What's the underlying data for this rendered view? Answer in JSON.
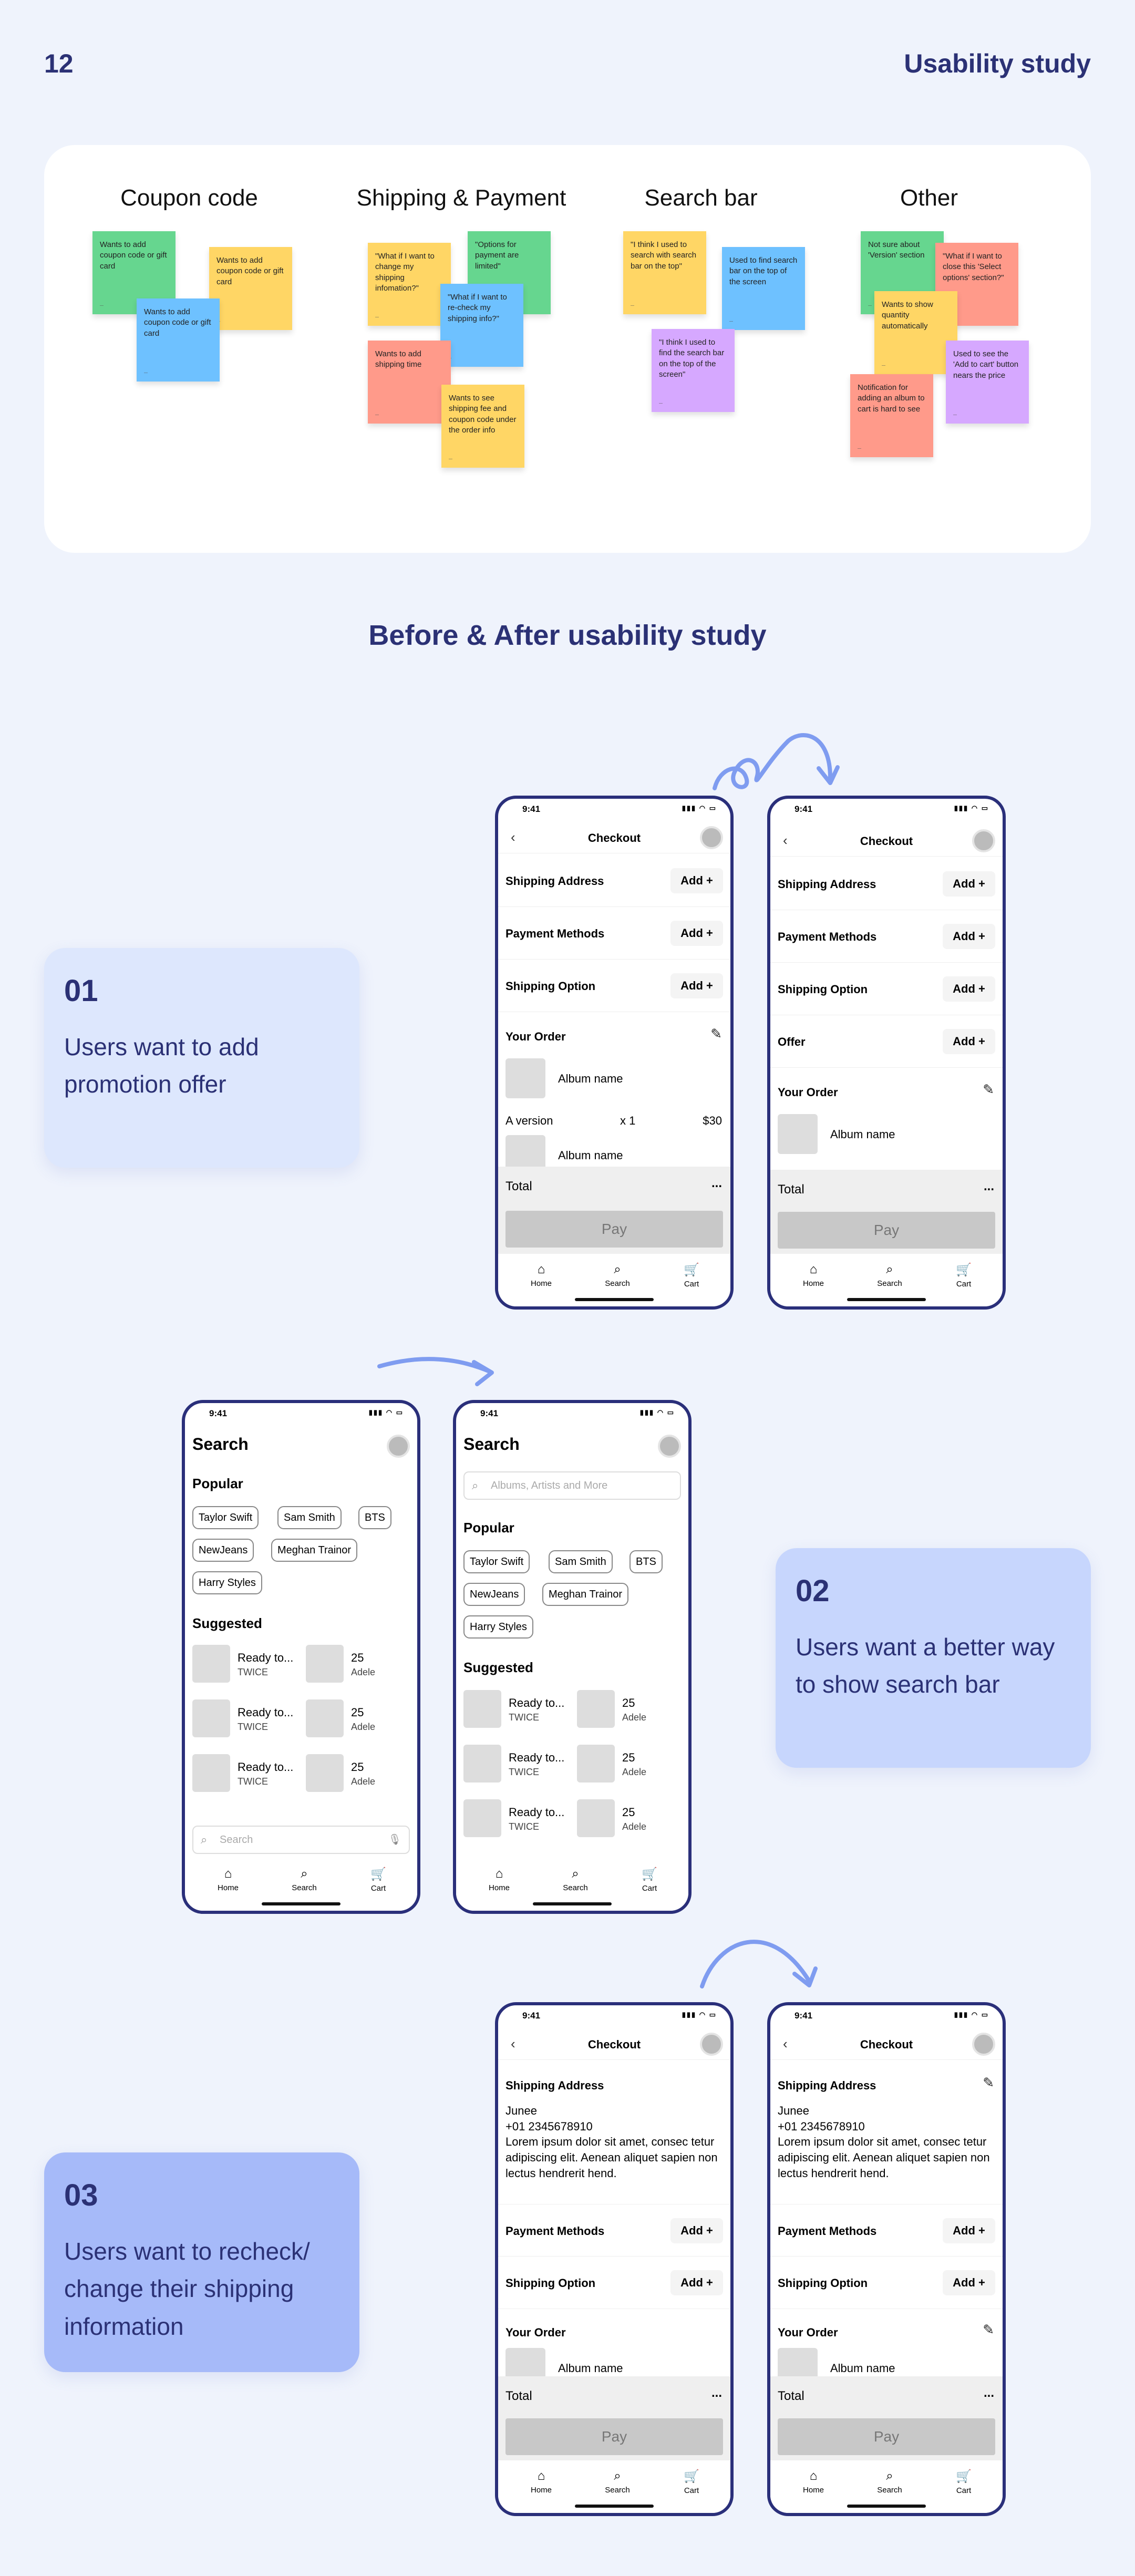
{
  "header": {
    "page_number": "12",
    "title": "Usability study"
  },
  "affinity": {
    "groups": [
      {
        "title": "Coupon code"
      },
      {
        "title": "Shipping & Payment"
      },
      {
        "title": "Search bar"
      },
      {
        "title": "Other"
      }
    ],
    "stickies": [
      {
        "text": "Wants to add coupon code or gift card",
        "color": "#66d68f"
      },
      {
        "text": "Wants to add coupon code or gift card",
        "color": "#ffd665"
      },
      {
        "text": "Wants to add coupon code or gift card",
        "color": "#6ec1ff"
      },
      {
        "text": "\"What if I want to change my shipping infomation?\"",
        "color": "#ffd665"
      },
      {
        "text": "\"Options for payment are limited\"",
        "color": "#66d68f"
      },
      {
        "text": "\"What if I want to re-check my shipping info?\"",
        "color": "#6ec1ff"
      },
      {
        "text": "Wants to add shipping time",
        "color": "#ff9a8a"
      },
      {
        "text": "Wants to see shipping fee and coupon code under the order info",
        "color": "#ffd665"
      },
      {
        "text": "\"I think I used to search with search bar on the top\"",
        "color": "#ffd665"
      },
      {
        "text": "Used to find search bar on the top of the screen",
        "color": "#6ec1ff"
      },
      {
        "text": "\"I think I used to find the search bar on the top of the screen\"",
        "color": "#d6a8ff"
      },
      {
        "text": "Not sure about 'Version' section",
        "color": "#66d68f"
      },
      {
        "text": "\"What if I want to close this 'Select options' section?\"",
        "color": "#ff9a8a"
      },
      {
        "text": "Wants to show quantity automatically",
        "color": "#ffd665"
      },
      {
        "text": "Used to see the 'Add to cart' button nears the price",
        "color": "#d6a8ff"
      },
      {
        "text": "Notification for adding an album to cart is hard to see",
        "color": "#ff9a8a"
      }
    ]
  },
  "subtitle": "Before & After usability study",
  "findings": [
    {
      "num": "01",
      "text": "Users want to add promotion offer"
    },
    {
      "num": "02",
      "text": "Users want a better way to show search bar"
    },
    {
      "num": "03",
      "text": "Users want to recheck/ change their shipping information"
    }
  ],
  "phone": {
    "time": "9:41",
    "status_icons": "▮▮▮ ◠ ▭",
    "back": "‹",
    "checkout_title": "Checkout",
    "add": "Add +",
    "shipping_address": "Shipping Address",
    "payment_methods": "Payment Methods",
    "shipping_option": "Shipping Option",
    "offer": "Offer",
    "your_order": "Your Order",
    "album_name": "Album name",
    "a_version": "A version",
    "qty": "x 1",
    "price": "$30",
    "total": "Total",
    "more": "...",
    "pay": "Pay",
    "pencil": "✎",
    "tabs": {
      "home": "Home",
      "search": "Search",
      "cart": "Cart"
    },
    "tab_icons": {
      "home": "⌂",
      "search": "⌕",
      "cart": "🛒"
    },
    "ship_name": "Junee",
    "ship_phone": "+01 2345678910",
    "ship_addr": "Lorem ipsum dolor sit amet, consec tetur adipiscing elit. Aenean aliquet sapien non lectus hendrerit hend.",
    "search_title": "Search",
    "search_placeholder_top": "Albums, Artists and More",
    "search_placeholder_bottom": "Search",
    "popular": "Popular",
    "suggested": "Suggested",
    "chips": [
      "Taylor Swift",
      "Sam Smith",
      "BTS",
      "NewJeans",
      "Meghan Trainor",
      "Harry Styles"
    ],
    "suggest_items": [
      {
        "title": "Ready to...",
        "artist": "TWICE"
      },
      {
        "title": "25",
        "artist": "Adele"
      }
    ]
  }
}
